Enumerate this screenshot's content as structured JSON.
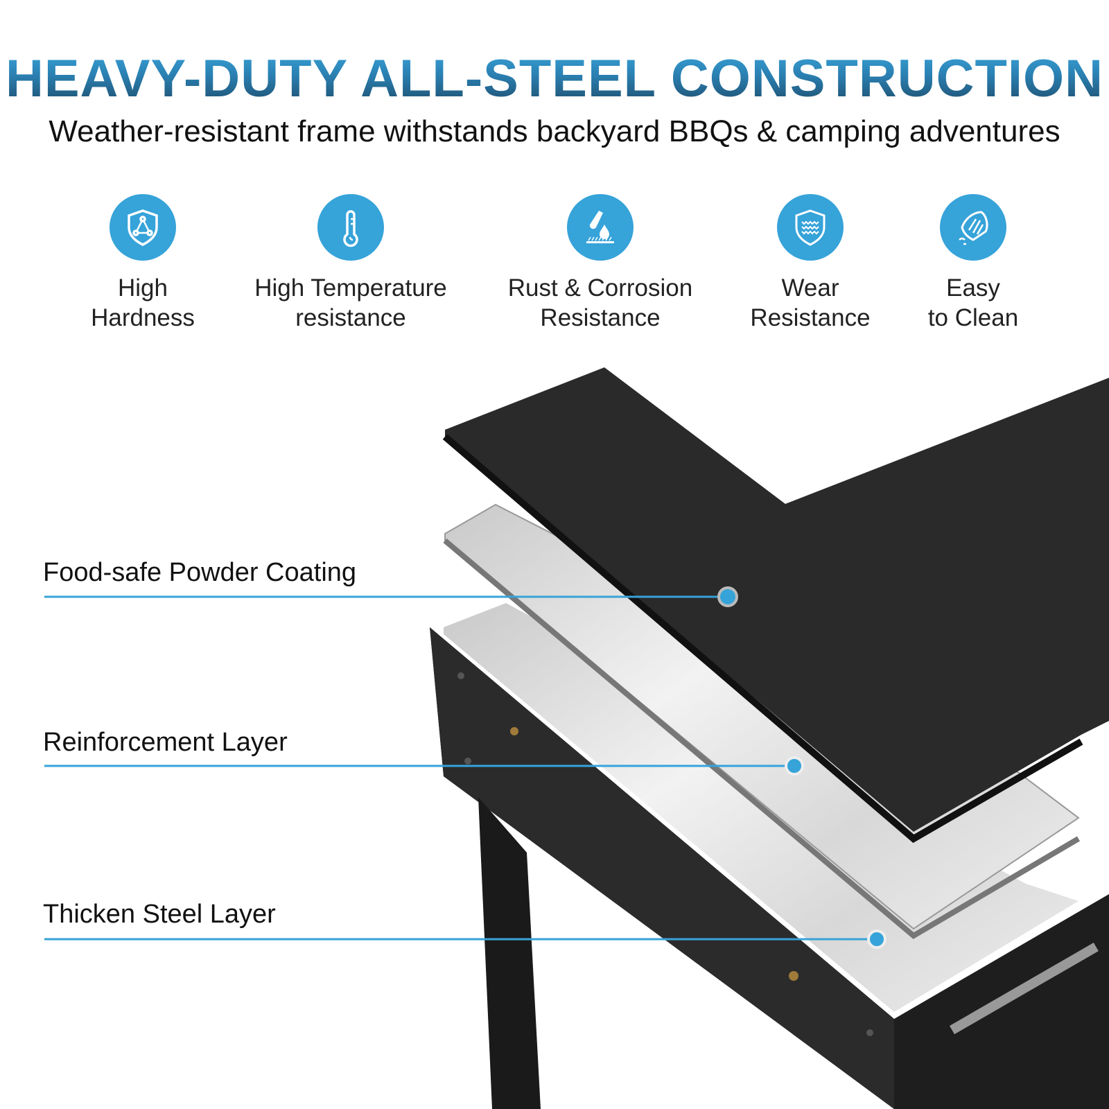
{
  "header": {
    "title": "HEAVY-DUTY ALL-STEEL CONSTRUCTION",
    "subtitle": "Weather-resistant frame withstands backyard BBQs & camping adventures"
  },
  "features": [
    {
      "icon": "shield-icon",
      "line1": "High",
      "line2": "Hardness"
    },
    {
      "icon": "thermometer-icon",
      "line1": "High Temperature",
      "line2": "resistance"
    },
    {
      "icon": "test-tube-drop-icon",
      "line1": "Rust & Corrosion",
      "line2": "Resistance"
    },
    {
      "icon": "shield-waves-icon",
      "line1": "Wear",
      "line2": "Resistance"
    },
    {
      "icon": "cleaning-hand-icon",
      "line1": "Easy",
      "line2": "to Clean"
    }
  ],
  "layers": [
    {
      "label": "Food-safe Powder Coating"
    },
    {
      "label": "Reinforcement Layer"
    },
    {
      "label": "Thicken Steel Layer"
    }
  ],
  "colors": {
    "accent": "#36a3d9",
    "title_top": "#3aa5dc",
    "title_bottom": "#1d4866"
  }
}
